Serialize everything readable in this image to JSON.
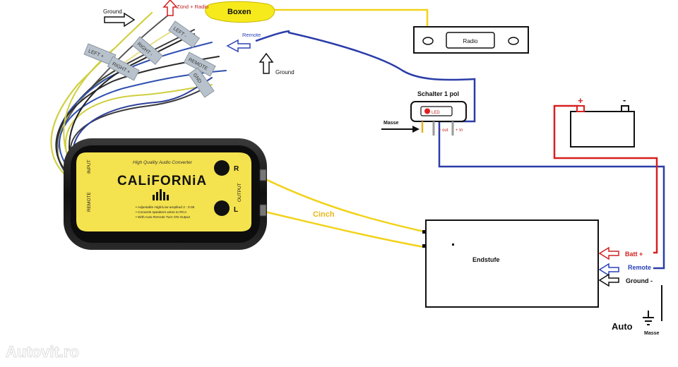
{
  "labels": {
    "ground_top": "Ground",
    "zuend_radio": "Zünd + Radio",
    "boxen": "Boxen",
    "remote_top": "Remote",
    "ground_mid": "Ground",
    "radio": "Radio",
    "schalter": "Schalter 1 pol",
    "led": "LED",
    "masse": "Masse",
    "plus_out": "+ out",
    "plus_in": "+ In",
    "battery_plus": "+",
    "battery_minus": "-",
    "cinch": "Cinch",
    "endstufe": "Endstufe",
    "batt_plus": "Batt +",
    "remote_amp": "Remote",
    "ground_amp": "Ground -",
    "auto": "Auto",
    "auto_masse": "Masse",
    "watermark": "Autovit.ro"
  },
  "converter": {
    "brand": "CALiFORNiA",
    "tagline": "High Quality Audio Converter",
    "input": "INPUT",
    "remote": "REMOTE",
    "output": "OUTPUT",
    "r": "R",
    "l": "L",
    "features": [
      "• Adjustable High/Low amplitud 2 : 0.05",
      "• Converts speakers wires to RCA",
      "• With Auto Remote Turn ON Output"
    ]
  },
  "wire_tags": [
    "LEFT +",
    "RIGHT +",
    "RIGHT -",
    "LEFT -",
    "REMOTE",
    "GND"
  ],
  "colors": {
    "yellow_wire": "#f2d21a",
    "blue_wire": "#2b3da8",
    "red_wire": "#d62020",
    "arrow_red": "#d12020",
    "arrow_blue": "#2a40b8",
    "converter_face": "#f4e24e",
    "converter_body": "#151515",
    "cinch_text": "#e8b815"
  }
}
